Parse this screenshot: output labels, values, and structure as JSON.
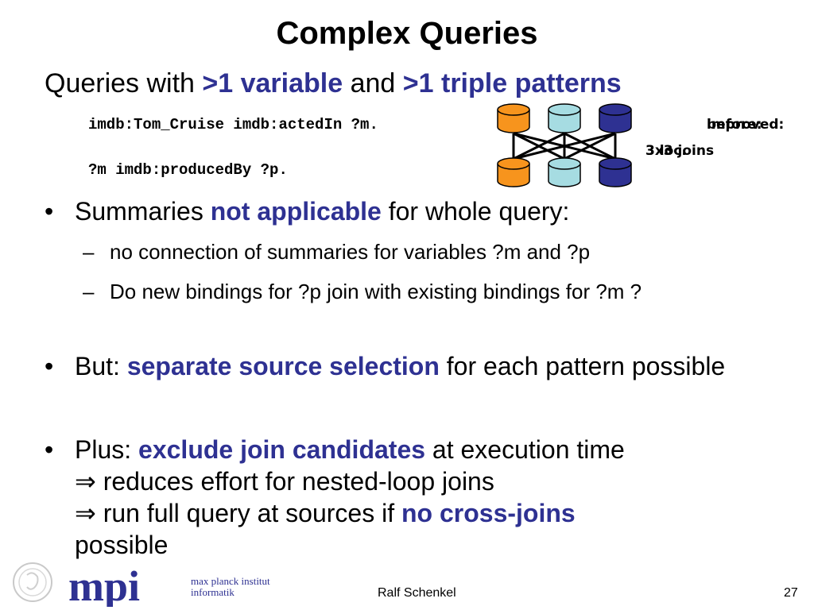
{
  "slide": {
    "title": "Complex Queries",
    "subtitle": {
      "prefix": "Queries with ",
      "hl1": ">1 variable",
      "mid": " and ",
      "hl2": ">1 triple patterns"
    },
    "code_line1": "imdb:Tom_Cruise imdb:actedIn ?m.",
    "code_line2": "?m imdb:producedBy ?p.",
    "diagram": {
      "label_before": "before:",
      "label_improved": "improved:",
      "label_loc": "3 loc.",
      "label_joins": "3x3 joins",
      "colors": {
        "orange": "#f7941d",
        "lightblue": "#a6dce2",
        "navy": "#2e3192"
      }
    },
    "bullets": {
      "summ_pre": "Summaries ",
      "summ_hl": "not applicable",
      "summ_post": " for whole query:",
      "noconn": "no connection of summaries for variables ?m and ?p",
      "donew": "Do new bindings for ?p join with existing bindings for ?m ?",
      "but_pre": "But: ",
      "but_hl": "separate source selection",
      "but_post": " for each pattern possible",
      "plus_pre": "Plus: ",
      "plus_hl": "exclude join candidates",
      "plus_post": " at execution time",
      "arrow1": " reduces effort for nested-loop joins",
      "arrow2_pre": " run full query at sources if ",
      "arrow2_hl": "no cross-joins",
      "arrow2_post": " possible",
      "bullet_char": "•",
      "dash_char": "–",
      "arrow_char": "⇒"
    },
    "footer": {
      "logo_text": "mpi",
      "logo_line1": "max planck institut",
      "logo_line2": "informatik",
      "author": "Ralf Schenkel",
      "page": "27"
    }
  }
}
